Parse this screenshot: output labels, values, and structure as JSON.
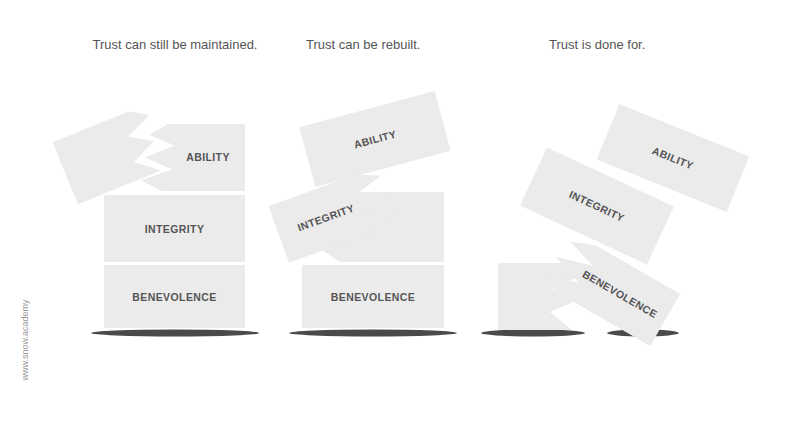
{
  "diagram": {
    "nodes": [
      {
        "text": [
          "ABILITY"
        ]
      },
      {
        "text": [
          "INTEGRITY"
        ]
      },
      {
        "text": [
          "BENEVOLENCE"
        ]
      },
      {
        "text": [
          "ABILITY"
        ]
      },
      {
        "text": [
          "INTEGRITY"
        ]
      },
      {
        "text": [
          "BENEVOLENCE"
        ]
      },
      {
        "text": [
          "ABILITY"
        ]
      },
      {
        "text": [
          "INTEGRITY"
        ]
      },
      {
        "text": [
          "BENEVOLENCE"
        ]
      }
    ],
    "labels": [
      "Trust can still be maintained.",
      "Trust can be rebuilt.",
      "Trust is done for.",
      "www.snow.academy"
    ]
  }
}
